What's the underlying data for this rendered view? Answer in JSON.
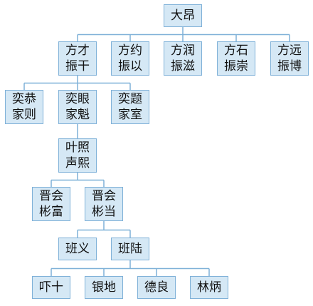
{
  "diagram": {
    "colors": {
      "box_fill": "#d5e8f5",
      "box_border": "#7fb1d8",
      "connector": "#7fb1d8"
    },
    "nodes": [
      {
        "id": "n0",
        "lines": [
          "大昂"
        ]
      },
      {
        "id": "n1",
        "lines": [
          "方才",
          "振干"
        ]
      },
      {
        "id": "n2",
        "lines": [
          "方约",
          "振以"
        ]
      },
      {
        "id": "n3",
        "lines": [
          "方润",
          "振滋"
        ]
      },
      {
        "id": "n4",
        "lines": [
          "方石",
          "振崇"
        ]
      },
      {
        "id": "n5",
        "lines": [
          "方远",
          "振博"
        ]
      },
      {
        "id": "n6",
        "lines": [
          "奕恭",
          "家则"
        ]
      },
      {
        "id": "n7",
        "lines": [
          "奕眼",
          "家魁"
        ]
      },
      {
        "id": "n8",
        "lines": [
          "奕题",
          "家室"
        ]
      },
      {
        "id": "n9",
        "lines": [
          "叶照",
          "声熙"
        ]
      },
      {
        "id": "n10",
        "lines": [
          "晋会",
          "彬富"
        ]
      },
      {
        "id": "n11",
        "lines": [
          "晋会",
          "彬当"
        ]
      },
      {
        "id": "n12",
        "lines": [
          "班义"
        ]
      },
      {
        "id": "n13",
        "lines": [
          "班陆"
        ]
      },
      {
        "id": "n14",
        "lines": [
          "吓十"
        ]
      },
      {
        "id": "n15",
        "lines": [
          "银地"
        ]
      },
      {
        "id": "n16",
        "lines": [
          "德良"
        ]
      },
      {
        "id": "n17",
        "lines": [
          "林炳"
        ]
      }
    ],
    "edges": [
      [
        "n0",
        "n1"
      ],
      [
        "n0",
        "n2"
      ],
      [
        "n0",
        "n3"
      ],
      [
        "n0",
        "n4"
      ],
      [
        "n0",
        "n5"
      ],
      [
        "n1",
        "n6"
      ],
      [
        "n1",
        "n7"
      ],
      [
        "n1",
        "n8"
      ],
      [
        "n7",
        "n9"
      ],
      [
        "n9",
        "n10"
      ],
      [
        "n9",
        "n11"
      ],
      [
        "n11",
        "n12"
      ],
      [
        "n11",
        "n13"
      ],
      [
        "n13",
        "n14"
      ],
      [
        "n13",
        "n15"
      ],
      [
        "n13",
        "n16"
      ],
      [
        "n13",
        "n17"
      ]
    ]
  }
}
